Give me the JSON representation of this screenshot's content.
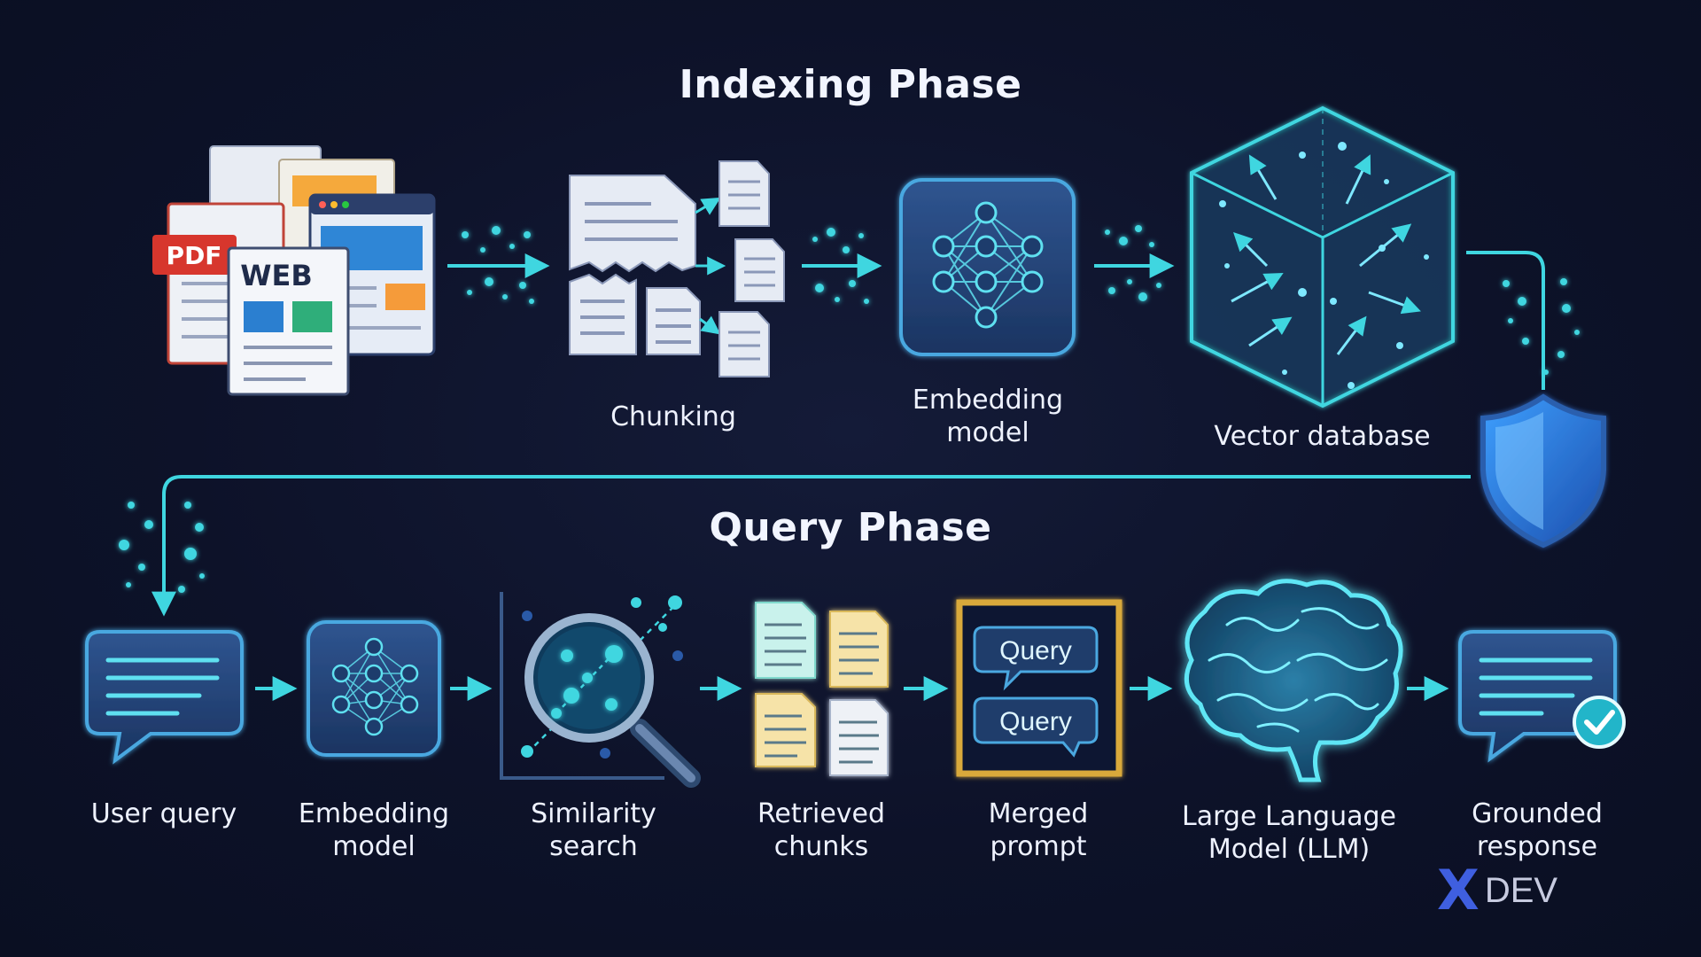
{
  "indexing": {
    "title": "Indexing Phase",
    "steps": [
      {
        "label": "",
        "icon": "source-documents-icon",
        "source_badges": [
          "PDF",
          "WEB"
        ]
      },
      {
        "label": "Chunking",
        "icon": "chunking-icon"
      },
      {
        "label": "Embedding\nmodel",
        "icon": "neural-network-icon"
      },
      {
        "label": "Vector database",
        "icon": "vector-cube-icon"
      }
    ]
  },
  "query": {
    "title": "Query Phase",
    "steps": [
      {
        "label": "User query",
        "icon": "chat-bubble-icon"
      },
      {
        "label": "Embedding\nmodel",
        "icon": "neural-network-icon"
      },
      {
        "label": "Similarity\nsearch",
        "icon": "magnifier-scatter-icon"
      },
      {
        "label": "Retrieved\nchunks",
        "icon": "document-stack-icon"
      },
      {
        "label": "Merged\nprompt",
        "icon": "prompt-box-icon",
        "bubbles": [
          "Query",
          "Query"
        ]
      },
      {
        "label": "Large Language\nModel (LLM)",
        "icon": "brain-icon"
      },
      {
        "label": "Grounded\nresponse",
        "icon": "verified-chat-icon"
      }
    ]
  },
  "security_icon": "shield-icon",
  "brand": {
    "mark": "X",
    "text": "DEV"
  },
  "colors": {
    "background": "#0d1229",
    "accent_cyan": "#3fd6e0",
    "icon_blue": "#2a4d86",
    "gold": "#d9a93b",
    "label": "#eef2ff"
  }
}
